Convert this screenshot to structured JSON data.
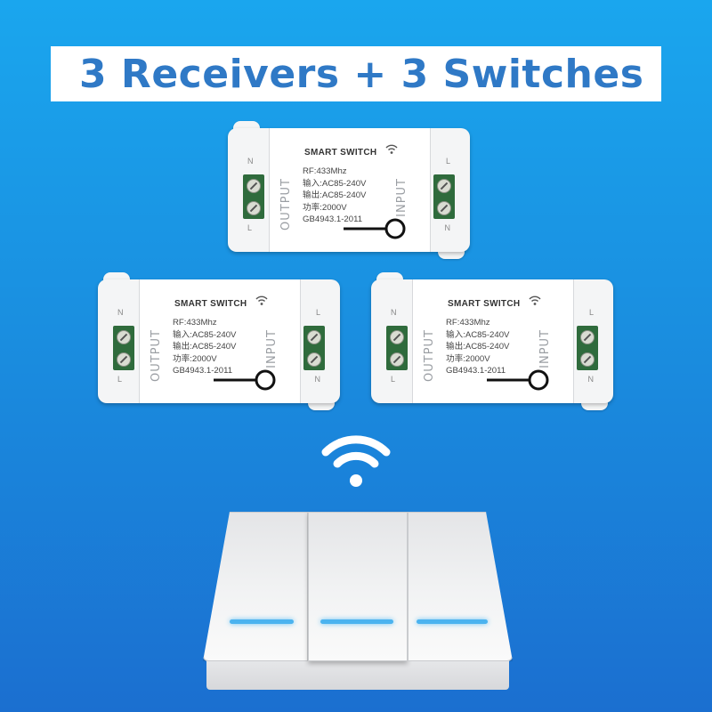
{
  "title": "3 Receivers + 3 Switches",
  "receiver": {
    "brand": "SMART SWITCH",
    "spec_lines": [
      "RF:433Mhz",
      "输入:AC85-240V",
      "输出:AC85-240V",
      "功率:2000V",
      "GB4943.1-2011"
    ],
    "output_label": "OUTPUT",
    "input_label": "INPUT",
    "terminal_n": "N",
    "terminal_l": "L"
  },
  "colors": {
    "background_top": "#1aa6ee",
    "background_bottom": "#1b6fd0",
    "title_text": "#2f79c6",
    "terminal_block": "#2f6b3c",
    "led": "#4bb3ef"
  },
  "icons": {
    "signal": "wifi-icon",
    "receiver_signal": "wifi-icon"
  }
}
